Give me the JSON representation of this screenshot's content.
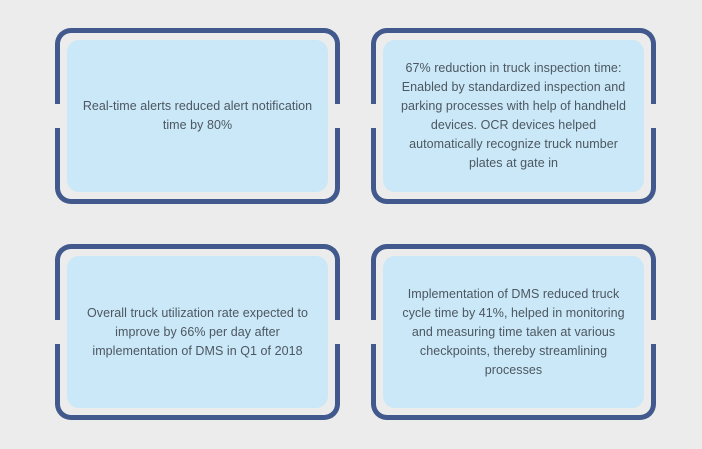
{
  "page": {
    "background_color": "#ececec",
    "layout": "2x2-grid"
  },
  "style": {
    "frame_color": "#41598c",
    "panel_color": "#cae8f7",
    "text_color": "#4d5761"
  },
  "cards": [
    {
      "id": "card-alerts",
      "position": "top-left",
      "text": "Real-time alerts reduced alert notification time by 80%"
    },
    {
      "id": "card-inspection",
      "position": "top-right",
      "text": "67% reduction in truck inspection time: Enabled by standardized inspection and parking processes with help of handheld devices. OCR devices helped automatically recognize truck number plates at gate in"
    },
    {
      "id": "card-utilization",
      "position": "bottom-left",
      "text": "Overall truck utilization rate expected to improve by 66% per day after implementation of DMS in Q1 of 2018"
    },
    {
      "id": "card-cycle-time",
      "position": "bottom-right",
      "text": "Implementation of DMS reduced truck cycle time by 41%, helped in monitoring and measuring time taken at various checkpoints, thereby streamlining processes"
    }
  ]
}
